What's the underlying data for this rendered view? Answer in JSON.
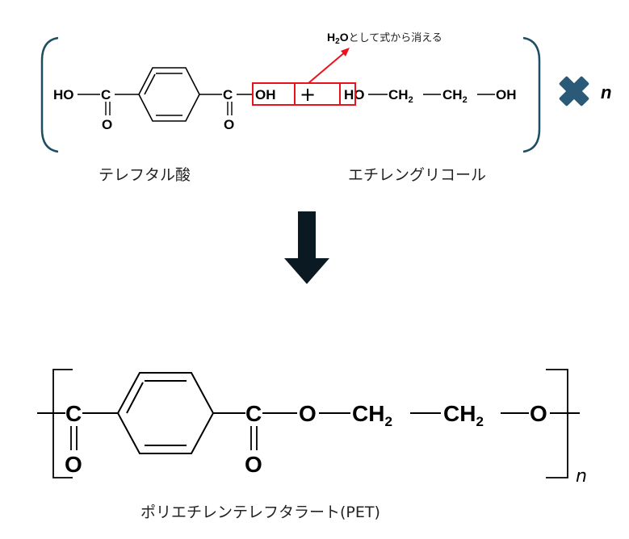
{
  "reactant": {
    "left_group": "HO",
    "carbonyl_c": "C",
    "carbonyl_o": "O",
    "right_oh": "OH",
    "plus": "+",
    "glycol_ho": "HO",
    "glycol_ch2": "CH",
    "sub2": "2",
    "glycol_oh": "OH",
    "multiplier": "n"
  },
  "annotation": {
    "water_h": "H",
    "water_sub": "2",
    "water_o": "O",
    "text": "として式から消える",
    "color": "#e8141b"
  },
  "labels": {
    "terephthalic_acid": "テレフタル酸",
    "ethylene_glycol": "エチレングリコール",
    "product": "ポリエチレンテレフタラート(PET)"
  },
  "product": {
    "c": "C",
    "o": "O",
    "ch2": "CH",
    "sub2": "2",
    "n": "n"
  },
  "colors": {
    "bracket": "#1f4e63",
    "cross": "#2a5a78",
    "arrow": "#0b1a22",
    "box": "#e8141b"
  }
}
